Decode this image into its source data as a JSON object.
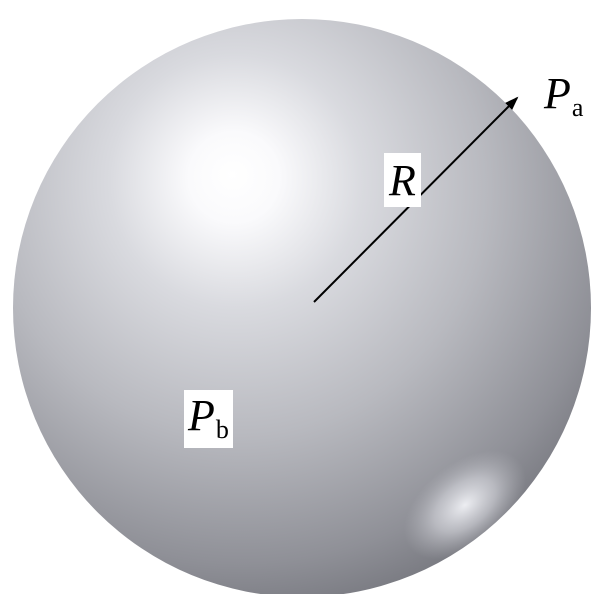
{
  "labels": {
    "pa": {
      "symbol": "P",
      "subscript": "a"
    },
    "pb": {
      "symbol": "P",
      "subscript": "b"
    },
    "radius": "R"
  },
  "colors": {
    "sphere_highlight": "#ffffff",
    "sphere_mid": "#c6c7cc",
    "sphere_shadow": "#6c6d74",
    "arrow": "#000000"
  }
}
